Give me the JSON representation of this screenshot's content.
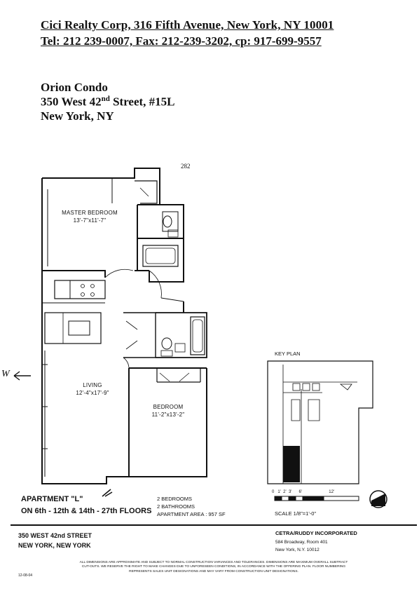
{
  "header": {
    "company_line": "Cici Realty Corp, 316 Fifth Avenue, New York, NY 10001",
    "contact_line": "Tel: 212 239-0007, Fax: 212-239-3202,  cp: 917-699-9557"
  },
  "property": {
    "name": "Orion Condo",
    "address_prefix": "350 West 42",
    "address_suffix_sup": "nd",
    "address_rest": " Street, #15L",
    "city": "New York, NY"
  },
  "plan": {
    "unit_number": "282",
    "rooms": {
      "master_bedroom": {
        "label": "MASTER BEDROOM",
        "dims": "13'-7\"x11'-7\""
      },
      "living": {
        "label": "LIVING",
        "dims": "12'-4\"x17'-9\""
      },
      "bedroom": {
        "label": "BEDROOM",
        "dims": "11'-2\"x13'-2\""
      }
    },
    "handwritten_note": "W"
  },
  "apartment": {
    "name": "APARTMENT \"L\"",
    "floors": "ON 6th - 12th & 14th - 27th FLOORS",
    "bedrooms": "2 BEDROOMS",
    "bathrooms": "2 BATHROOMS",
    "area": "APARTMENT AREA : 957 SF"
  },
  "key_plan": {
    "label": "KEY PLAN"
  },
  "scale": {
    "label": "SCALE 1/8\"=1'-0\"",
    "ticks": "0   1'  2'  3'      6'                       12'"
  },
  "footer": {
    "address_line1": "350 WEST 42nd STREET",
    "address_line2": "NEW YORK, NEW YORK",
    "architect_name": "CETRA/RUDDY INCORPORATED",
    "architect_address1": "584 Broadway, Room 401",
    "architect_address2": "New York, N.Y. 10012",
    "disclaimer": "ALL DIMENSIONS ARE APPROXIMATE AND SUBJECT TO NORMAL CONSTRUCTION VARIANCES AND TOLERANCES. DIMENSIONS ARE MAXIMUM OVERALL SUBTRACT CUT-OUTS. WE RESERVE THE RIGHT TO MAKE CHANGES DUE TO UNFORESEEN CONDITIONS, IN ACCORDANCE WITH THE OFFERING PLAN. FLOOR NUMBERING REPRESENTS SALES UNIT DESIGNATIONS AND MAY VARY FROM CONSTRUCTION UNIT DESIGNATIONS.",
    "date_code": "12-08-04"
  }
}
